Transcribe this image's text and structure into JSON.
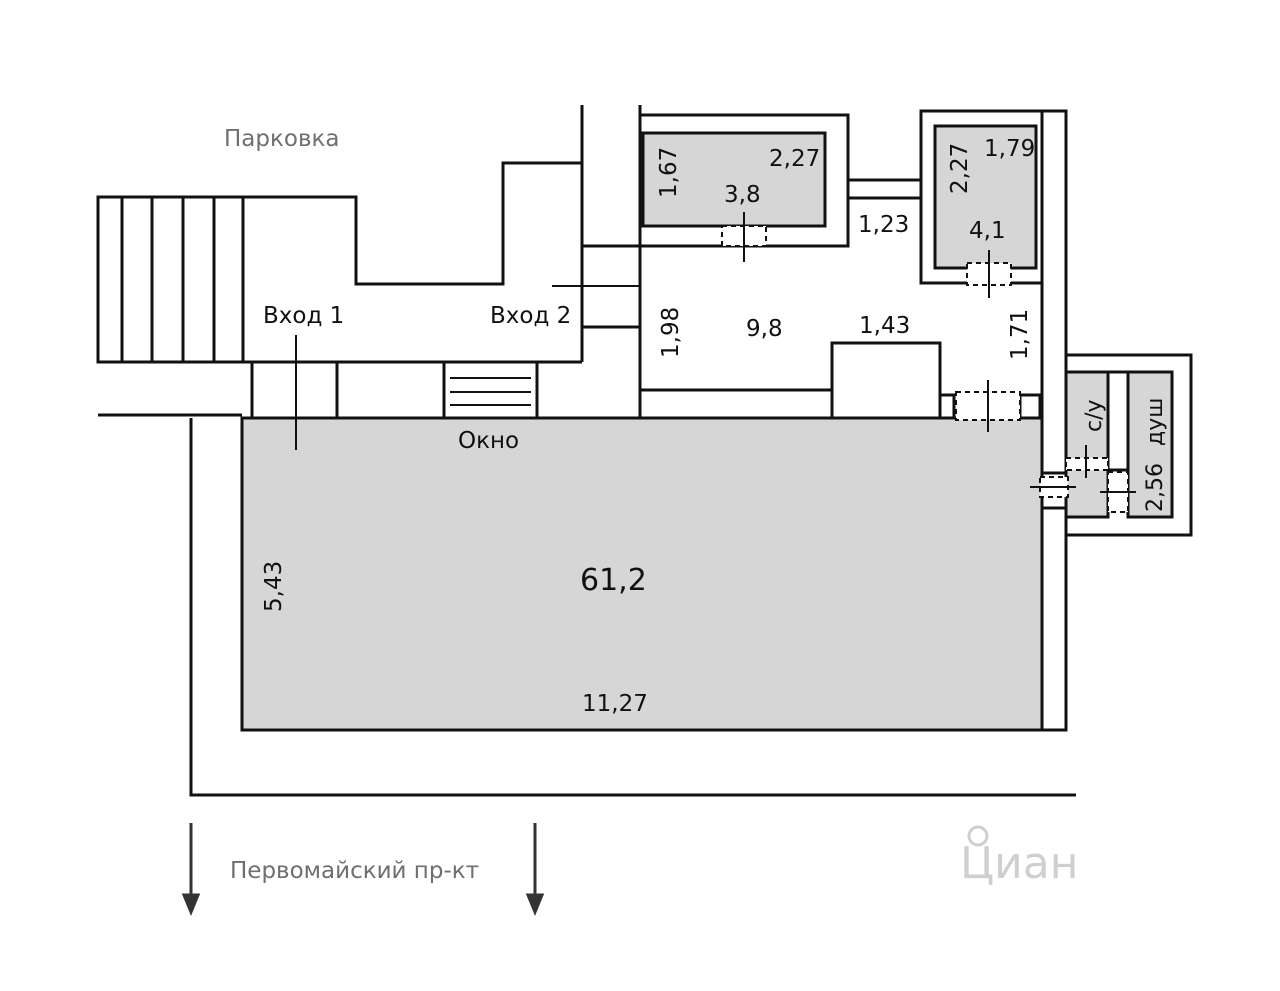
{
  "labels": {
    "parking": "Парковка",
    "entrance_1": "Вход 1",
    "entrance_2": "Вход 2",
    "window": "Окно",
    "street": "Первомайский пр-кт",
    "wc": "с/у",
    "shower": "душ"
  },
  "rooms": {
    "main_hall_area": "61,2",
    "main_hall_length": "11,27",
    "main_hall_width": "5,43",
    "corridor_area": "9,8",
    "corridor_dim_a": "1,98",
    "corridor_dim_b": "1,43",
    "corridor_dim_c": "1,71",
    "corridor_dim_d": "1,23",
    "room_a_area": "3,8",
    "room_a_dim_1": "1,67",
    "room_a_dim_2": "2,27",
    "room_b_area": "4,1",
    "room_b_dim_1": "2,27",
    "room_b_dim_2": "1,79",
    "bath_dim": "2,56"
  },
  "watermark": "Циан",
  "colors": {
    "wall": "#111111",
    "room_fill": "#d6d6d6",
    "background": "#ffffff",
    "muted_text": "#6f6f6f"
  }
}
